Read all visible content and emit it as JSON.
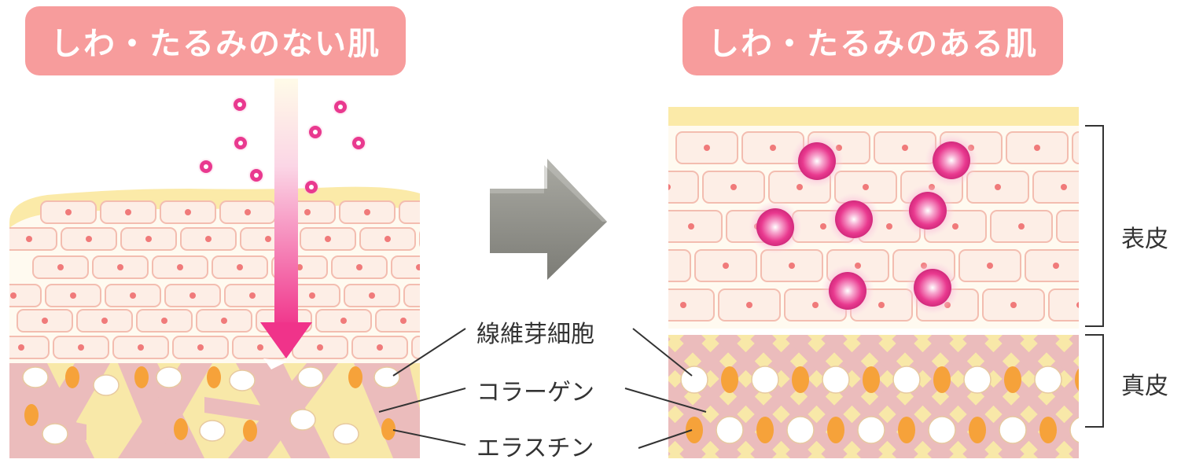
{
  "left_panel": {
    "title": "しわ・たるみのない肌"
  },
  "right_panel": {
    "title": "しわ・たるみのある肌"
  },
  "labels": {
    "fibroblast": "線維芽細胞",
    "collagen": "コラーゲン",
    "elastin": "エラスチン",
    "epidermis": "表皮",
    "dermis": "真皮"
  },
  "colors": {
    "title_bg": "#f79c9c",
    "epidermis_cell_fill": "#fdeee6",
    "epidermis_cell_stroke": "#f3bdb0",
    "cell_nucleus": "#f07a7a",
    "stratum_corneum": "#fbeaa8",
    "dermis_bg": "#f8e8a8",
    "collagen_fiber": "#ebbcbc",
    "elastin": "#f6a23a",
    "fibroblast": "#ffffff",
    "active_ingredient": "#e9398f",
    "arrow_magenta": "#f0338a",
    "transition_arrow": "#8e8e87"
  },
  "icons": {
    "transition_arrow": "right-arrow-icon",
    "penetration_arrow": "down-arrow-icon",
    "bracket": "right-bracket-icon"
  }
}
